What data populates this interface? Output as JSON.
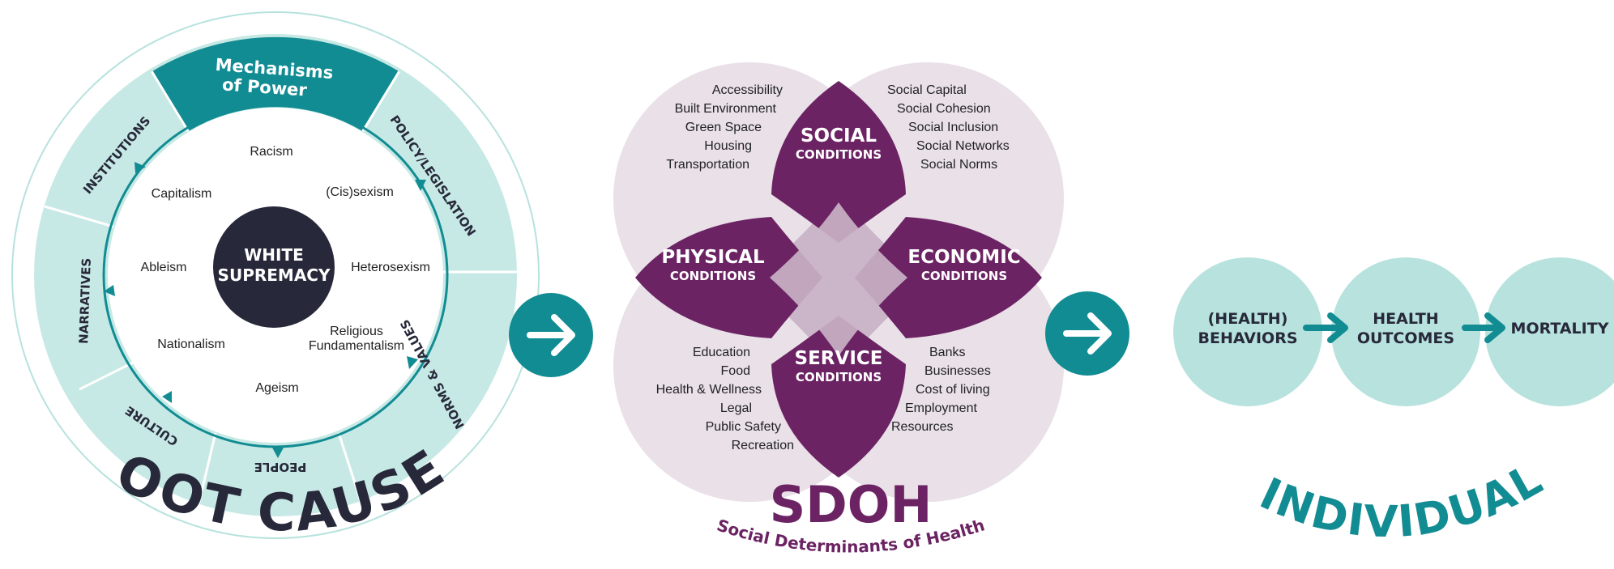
{
  "root_causes": {
    "title": "ROOT CAUSES",
    "top_label_line1": "Mechanisms",
    "top_label_line2": "of Power",
    "ring_labels": {
      "institutions": "INSTITUTIONS",
      "policy": "POLICY/LEGISLATION",
      "narratives": "NARRATIVES",
      "norms": "NORMS & VALUES",
      "culture": "CULTURE",
      "people": "PEOPLE"
    },
    "center_line1": "WHITE",
    "center_line2": "SUPREMACY",
    "isms": {
      "racism": "Racism",
      "capitalism": "Capitalism",
      "cissexism": "(Cis)sexism",
      "ableism": "Ableism",
      "heterosexism": "Heterosexism",
      "nationalism": "Nationalism",
      "religious_line1": "Religious",
      "religious_line2": "Fundamentalism",
      "ageism": "Ageism"
    }
  },
  "sdoh": {
    "title": "SDOH",
    "subtitle": "(Social Determinants of Health)",
    "social": {
      "line1": "SOCIAL",
      "line2": "CONDITIONS"
    },
    "physical": {
      "line1": "PHYSICAL",
      "line2": "CONDITIONS"
    },
    "economic": {
      "line1": "ECONOMIC",
      "line2": "CONDITIONS"
    },
    "service": {
      "line1": "SERVICE",
      "line2": "CONDITIONS"
    },
    "physical_items": [
      "Accessibility",
      "Built Environment",
      "Green Space",
      "Housing",
      "Transportation"
    ],
    "social_items": [
      "Social Capital",
      "Social Cohesion",
      "Social Inclusion",
      "Social Networks",
      "Social Norms"
    ],
    "service_items": [
      "Education",
      "Food",
      "Health & Wellness",
      "Legal",
      "Public Safety",
      "Recreation"
    ],
    "economic_items": [
      "Banks",
      "Businesses",
      "Cost of living",
      "Employment",
      "Resources"
    ]
  },
  "individual": {
    "title": "INDIVIDUAL",
    "behaviors_line1": "(HEALTH)",
    "behaviors_line2": "BEHAVIORS",
    "outcomes_line1": "HEALTH",
    "outcomes_line2": "OUTCOMES",
    "mortality": "MORTALITY"
  },
  "colors": {
    "teal": "#128c93",
    "teal_light": "#b7e2de",
    "teal_pale": "#c7e9e5",
    "navy": "#27293a",
    "purple": "#6b2363",
    "purple_light": "#e9e0e8",
    "purple_overlap": "#cbb5c8"
  }
}
